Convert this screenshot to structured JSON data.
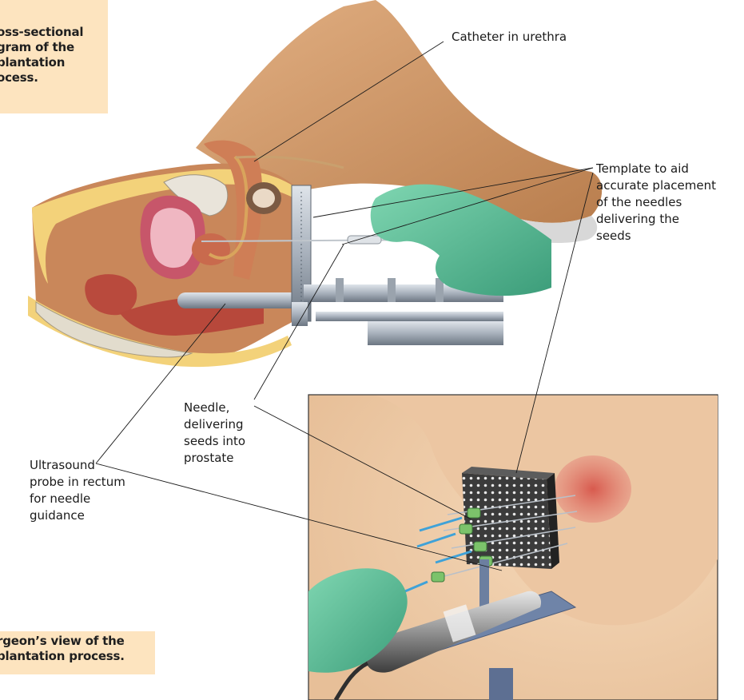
{
  "captions": {
    "cross_section": [
      "oss-sectional",
      "gram of the",
      "plantation",
      "ocess."
    ],
    "surgeon_view": [
      "rgeon’s view of the",
      "plantation process."
    ]
  },
  "labels": {
    "catheter": [
      "Catheter in urethra"
    ],
    "template": [
      "Template to aid",
      "accurate placement",
      "of the needles",
      "delivering the",
      "seeds"
    ],
    "needle": [
      "Needle,",
      "delivering",
      "seeds into",
      "prostate"
    ],
    "probe": [
      "Ultrasound",
      "probe in rectum",
      "for needle",
      "guidance"
    ]
  },
  "colors": {
    "caption_background": "#fde4bf",
    "skin": "#d9a06e",
    "fat": "#f3d27a",
    "glove": "#5fbf9a",
    "instrument": "#8c97a3"
  }
}
